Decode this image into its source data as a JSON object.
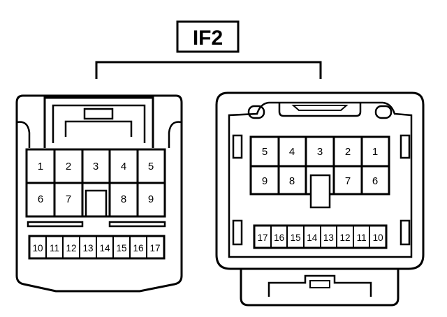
{
  "title": "IF2",
  "left_connector": {
    "row1": [
      "1",
      "2",
      "3",
      "4",
      "5"
    ],
    "row2": [
      "6",
      "7",
      "8",
      "9"
    ],
    "row3": [
      "10",
      "11",
      "12",
      "13",
      "14",
      "15",
      "16",
      "17"
    ]
  },
  "right_connector": {
    "row1": [
      "5",
      "4",
      "3",
      "2",
      "1"
    ],
    "row2": [
      "9",
      "8",
      "7",
      "6"
    ],
    "row3": [
      "17",
      "16",
      "15",
      "14",
      "13",
      "12",
      "11",
      "10"
    ]
  }
}
